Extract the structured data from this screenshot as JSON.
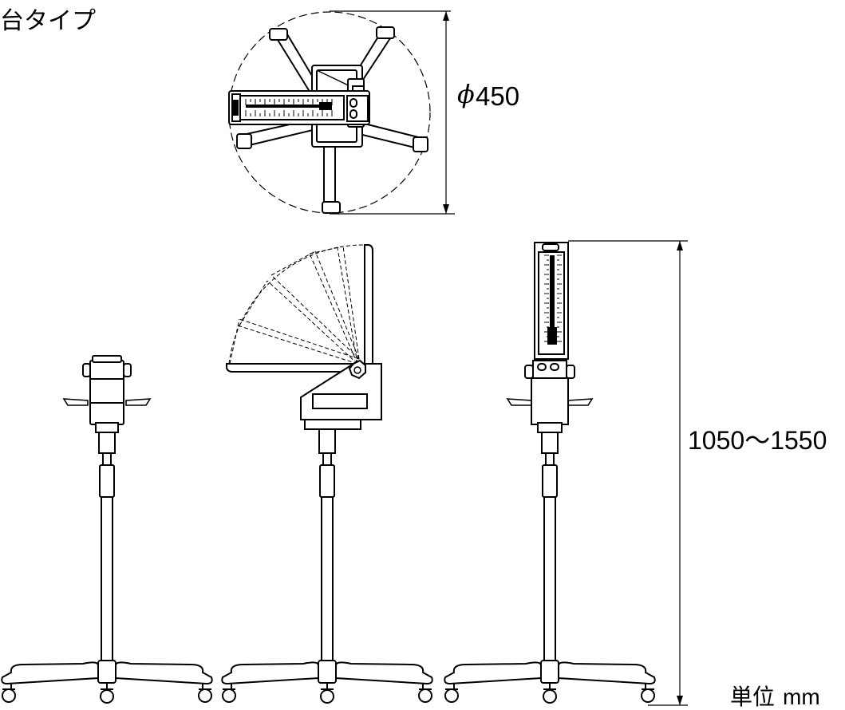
{
  "title": "台タイプ",
  "top_view": {
    "diameter_symbol": "ϕ",
    "diameter_value": "450"
  },
  "side_views": {
    "height_range": "1050～1550"
  },
  "units": {
    "label": "単位",
    "value": "mm"
  }
}
